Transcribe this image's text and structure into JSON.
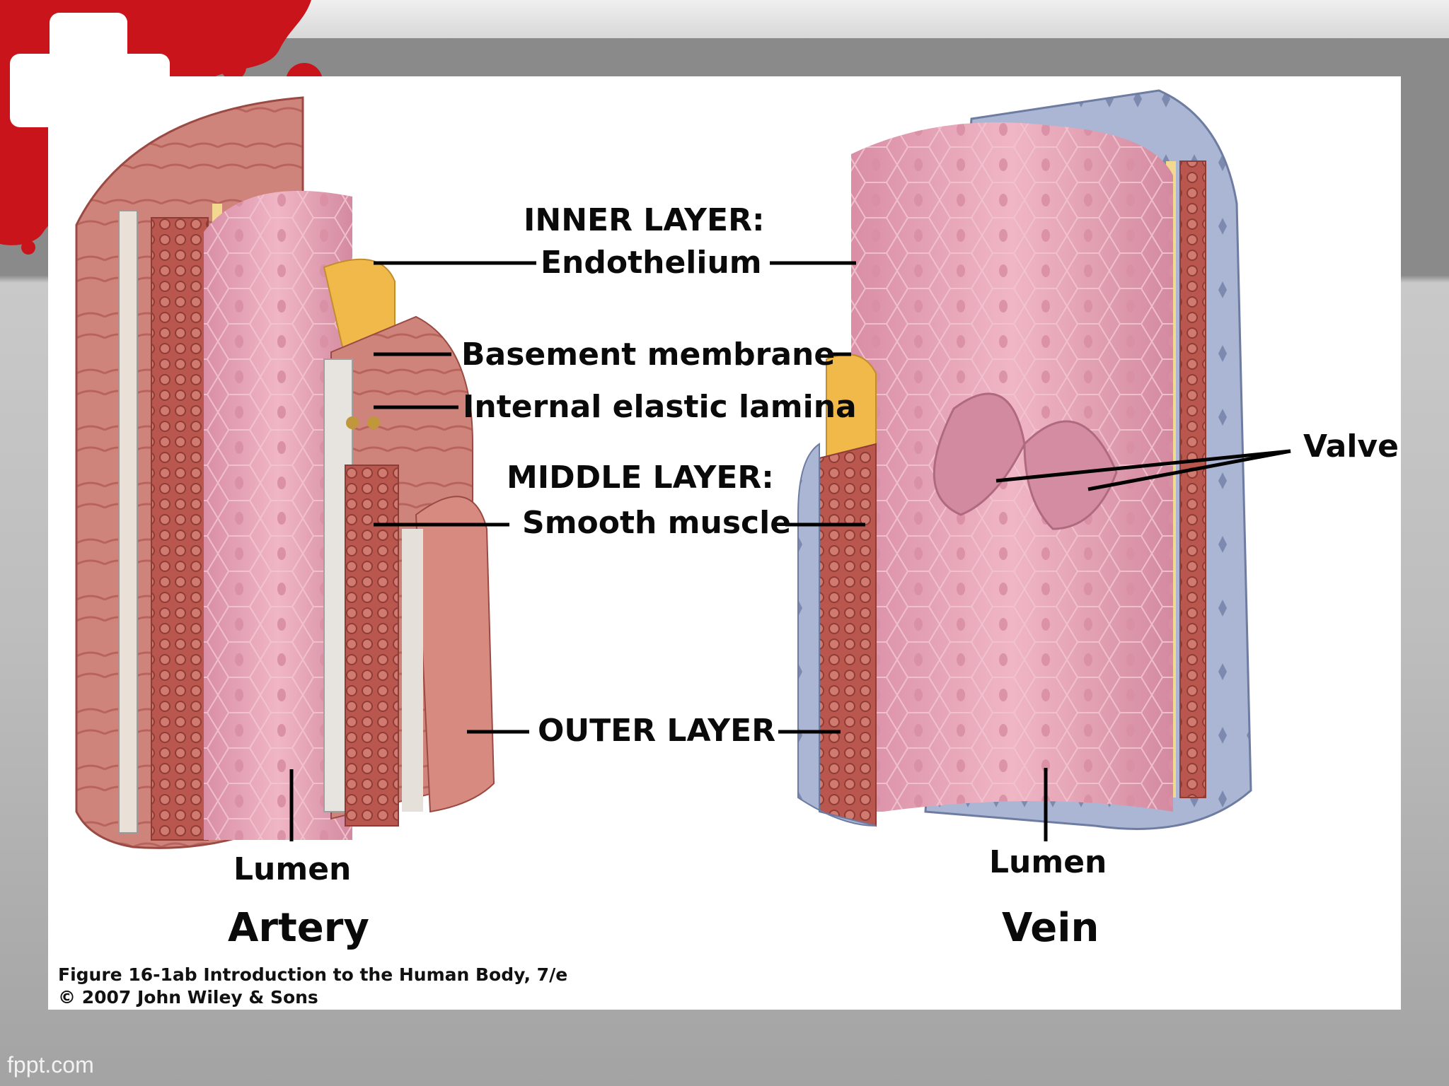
{
  "colors": {
    "accent_red": "#c8141a",
    "artery_wall": "#c9776f",
    "artery_lumen": "#e8a2b4",
    "vein_outer": "#a9b4d2",
    "vein_lumen": "#e2a0b6",
    "basement": "#f0b94a"
  },
  "labels": {
    "inner_layer": "INNER LAYER:",
    "endothelium": "Endothelium",
    "basement_membrane": "Basement membrane",
    "internal_elastic_lamina": "Internal elastic lamina",
    "middle_layer": "MIDDLE LAYER:",
    "smooth_muscle": "Smooth muscle",
    "outer_layer": "OUTER LAYER",
    "valve": "Valve",
    "lumen_artery": "Lumen",
    "lumen_vein": "Lumen",
    "artery": "Artery",
    "vein": "Vein"
  },
  "credit": {
    "line1": "Figure 16-1ab  Introduction to the Human Body, 7/e",
    "line2": "© 2007 John Wiley & Sons"
  },
  "footer": "fppt.com",
  "icons": [
    "medical-cross-icon",
    "blood-splash-icon"
  ]
}
